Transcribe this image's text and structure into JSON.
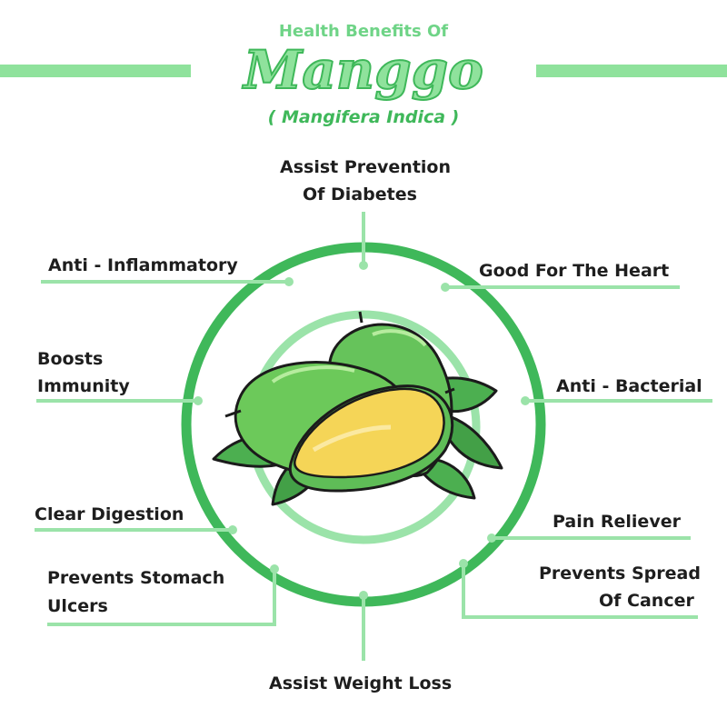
{
  "header": {
    "kicker": "Health Benefits Of",
    "title": "Manggo",
    "subtitle": "( Mangifera Indica )"
  },
  "benefits": {
    "diabetes_l1": "Assist Prevention",
    "diabetes_l2": "Of Diabetes",
    "inflammatory": "Anti - Inflammatory",
    "heart": "Good For The Heart",
    "immunity_l1": "Boosts",
    "immunity_l2": "Immunity",
    "bacterial": "Anti - Bacterial",
    "digestion": "Clear Digestion",
    "pain": "Pain Reliever",
    "ulcers_l1": "Prevents Stomach",
    "ulcers_l2": "Ulcers",
    "cancer_l1": "Prevents Spread",
    "cancer_l2": "Of Cancer",
    "weight": "Assist Weight Loss"
  },
  "colors": {
    "accent": "#3fb85a",
    "accent_light": "#9be3a9",
    "mango_green": "#6cc95a",
    "mango_yellow": "#f5d557",
    "text": "#1e1e1e"
  },
  "icons": {
    "illustration": "mango-illustration"
  }
}
